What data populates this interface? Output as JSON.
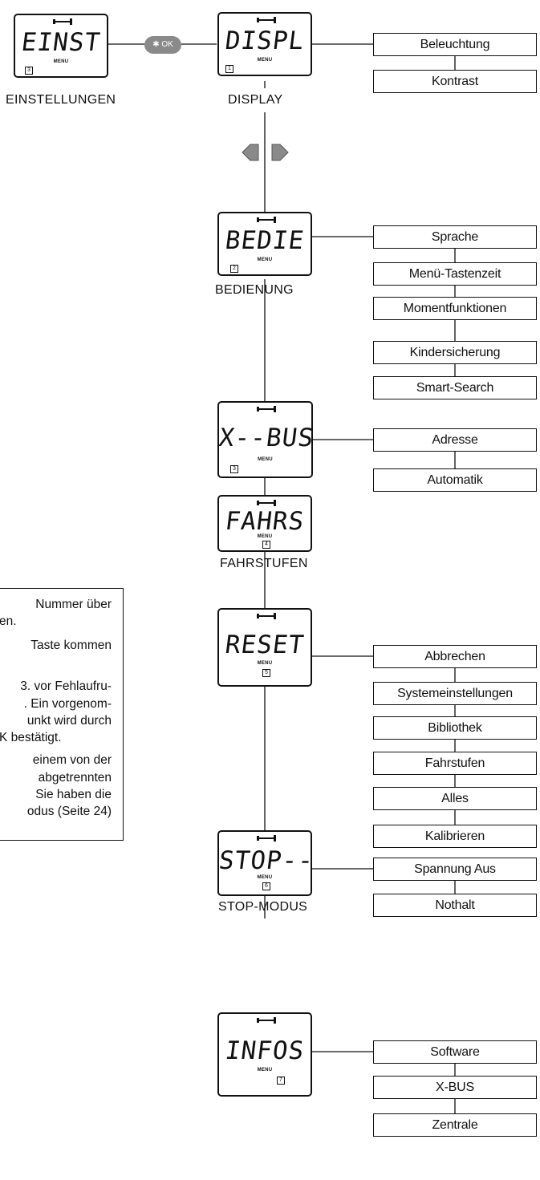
{
  "top": {
    "settings_display": {
      "segment_text": "EINST",
      "menu_label": "MENU",
      "number": "3"
    },
    "settings_caption": "EINSTELLUNGEN",
    "ok_button_label": "✱ OK"
  },
  "menus": [
    {
      "segment_text": "DISPL",
      "menu_label": "MENU",
      "number": "1",
      "caption": "DISPLAY",
      "options": [
        "Beleuchtung",
        "Kontrast"
      ]
    },
    {
      "segment_text": "BEDIE",
      "menu_label": "MENU",
      "number": "2",
      "caption": "BEDIENUNG",
      "options": [
        "Sprache",
        "Menü-Tastenzeit",
        "Momentfunktionen",
        "Kindersicherung",
        "Smart-Search"
      ]
    },
    {
      "segment_text": "X--BUS",
      "menu_label": "MENU",
      "number": "3",
      "caption": "",
      "options": [
        "Adresse",
        "Automatik"
      ]
    },
    {
      "segment_text": "FAHRS",
      "menu_label": "MENU",
      "number": "4",
      "caption": "FAHRSTUFEN",
      "options": []
    },
    {
      "segment_text": "RESET",
      "menu_label": "MENU",
      "number": "5",
      "caption": "",
      "options": [
        "Abbrechen",
        "Systemeinstellungen",
        "Bibliothek",
        "Fahrstufen",
        "Alles",
        "Kalibrieren"
      ]
    },
    {
      "segment_text": "STOP--",
      "menu_label": "MENU",
      "number": "6",
      "caption": "STOP-MODUS",
      "options": [
        "Spannung Aus",
        "Nothalt"
      ]
    },
    {
      "segment_text": "INFOS",
      "menu_label": "MENU",
      "number": "7",
      "caption": "",
      "options": [
        "Software",
        "X-BUS",
        "Zentrale"
      ]
    }
  ],
  "note_lines": [
    "Nummer über",
    "en.",
    "Taste kommen",
    "3. vor Fehlaufru-",
    ". Ein vorgenom-",
    "unkt wird durch",
    "K bestätigt.",
    "einem von der",
    "abgetrennten",
    "Sie haben die",
    "odus (Seite 24)"
  ],
  "colors": {
    "line": "#111111",
    "button_fill": "#8a8a8a",
    "nav_fill": "#8a8a8a"
  }
}
